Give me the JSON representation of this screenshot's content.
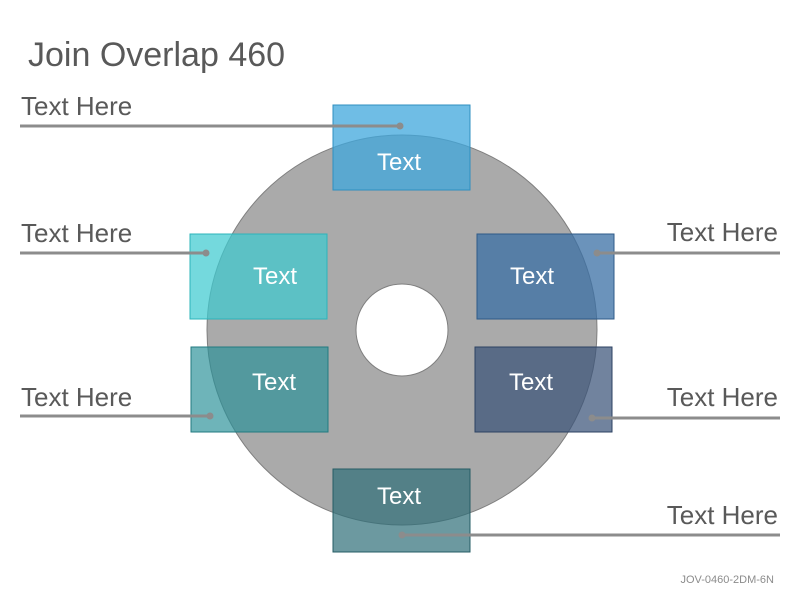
{
  "title": "Join Overlap 460",
  "footer_code": "JOV-0460-2DM-6N",
  "colors": {
    "ring": "#aaaaaa",
    "ring_stroke": "#7f7f7f",
    "leader": "#8c8c8c",
    "text": "#595959"
  },
  "boxes": [
    {
      "id": "top",
      "text": "Text",
      "color": "#3fa7dc"
    },
    {
      "id": "upper-left",
      "text": "Text",
      "color": "#3ecad0"
    },
    {
      "id": "upper-right",
      "text": "Text",
      "color": "#3a6fa4"
    },
    {
      "id": "lower-left",
      "text": "Text",
      "color": "#2a9198"
    },
    {
      "id": "lower-right",
      "text": "Text",
      "color": "#3a5378"
    },
    {
      "id": "bottom",
      "text": "Text",
      "color": "#2e6e78"
    }
  ],
  "labels": [
    {
      "id": "top-left",
      "text": "Text Here"
    },
    {
      "id": "mid-left",
      "text": "Text Here"
    },
    {
      "id": "low-left",
      "text": "Text Here"
    },
    {
      "id": "mid-right",
      "text": "Text Here"
    },
    {
      "id": "low-right",
      "text": "Text Here"
    },
    {
      "id": "bottom-right",
      "text": "Text Here"
    }
  ]
}
